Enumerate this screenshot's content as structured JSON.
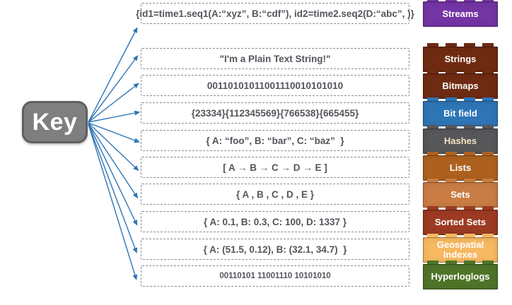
{
  "key": {
    "label": "Key"
  },
  "colors": {
    "arrow": "#2E75B6",
    "key_bg": "#7F7F7F",
    "key_border": "#606060",
    "box_border": "#8C8C8C",
    "box_text": "#54555C",
    "background": "#FFFFFF"
  },
  "rows": [
    {
      "value": "\"I'm a Plain Text String!\"",
      "label": "Strings",
      "brick_color": "#6E2B12",
      "label_color": "#FFFFFF"
    },
    {
      "value": "00110101011001110010101010",
      "label": "Bitmaps",
      "brick_color": "#6E2B12",
      "label_color": "#FFFFFF"
    },
    {
      "value": "{23334}{112345569}{766538}{665455}",
      "label": "Bit field",
      "brick_color": "#2E75B6",
      "label_color": "#FFFFFF"
    },
    {
      "value": "{ A: “foo”, B: “bar”, C: “baz”  }",
      "label": "Hashes",
      "brick_color": "#57575A",
      "label_color": "#F3E1C2"
    },
    {
      "value": "[ A → B → C → D → E ]",
      "label": "Lists",
      "brick_color": "#AE611E",
      "label_color": "#FFFFFF"
    },
    {
      "value": "{ A , B , C , D , E }",
      "label": "Sets",
      "brick_color": "#C97C43",
      "label_color": "#FFFFFF"
    },
    {
      "value": "{ A: 0.1, B: 0.3, C: 100, D: 1337 }",
      "label": "Sorted Sets",
      "brick_color": "#9C3A22",
      "label_color": "#FFFFFF"
    },
    {
      "value": "{ A: (51.5, 0.12), B: (32.1, 34.7)  }",
      "label": "Geospatial Indexes",
      "brick_color": "#F6B861",
      "label_color": "#FFFFFF"
    },
    {
      "value": "00110101 11001110 10101010",
      "label": "Hyperloglogs",
      "brick_color": "#4E7428",
      "label_color": "#FFFFFF"
    },
    {
      "value": "{id1=time1.seq1(A:“xyz”, B:“cdf”), id2=time2.seq2(D:“abc”, )}",
      "label": "Streams",
      "brick_color": "#7434A4",
      "label_color": "#FFFFFF"
    }
  ]
}
